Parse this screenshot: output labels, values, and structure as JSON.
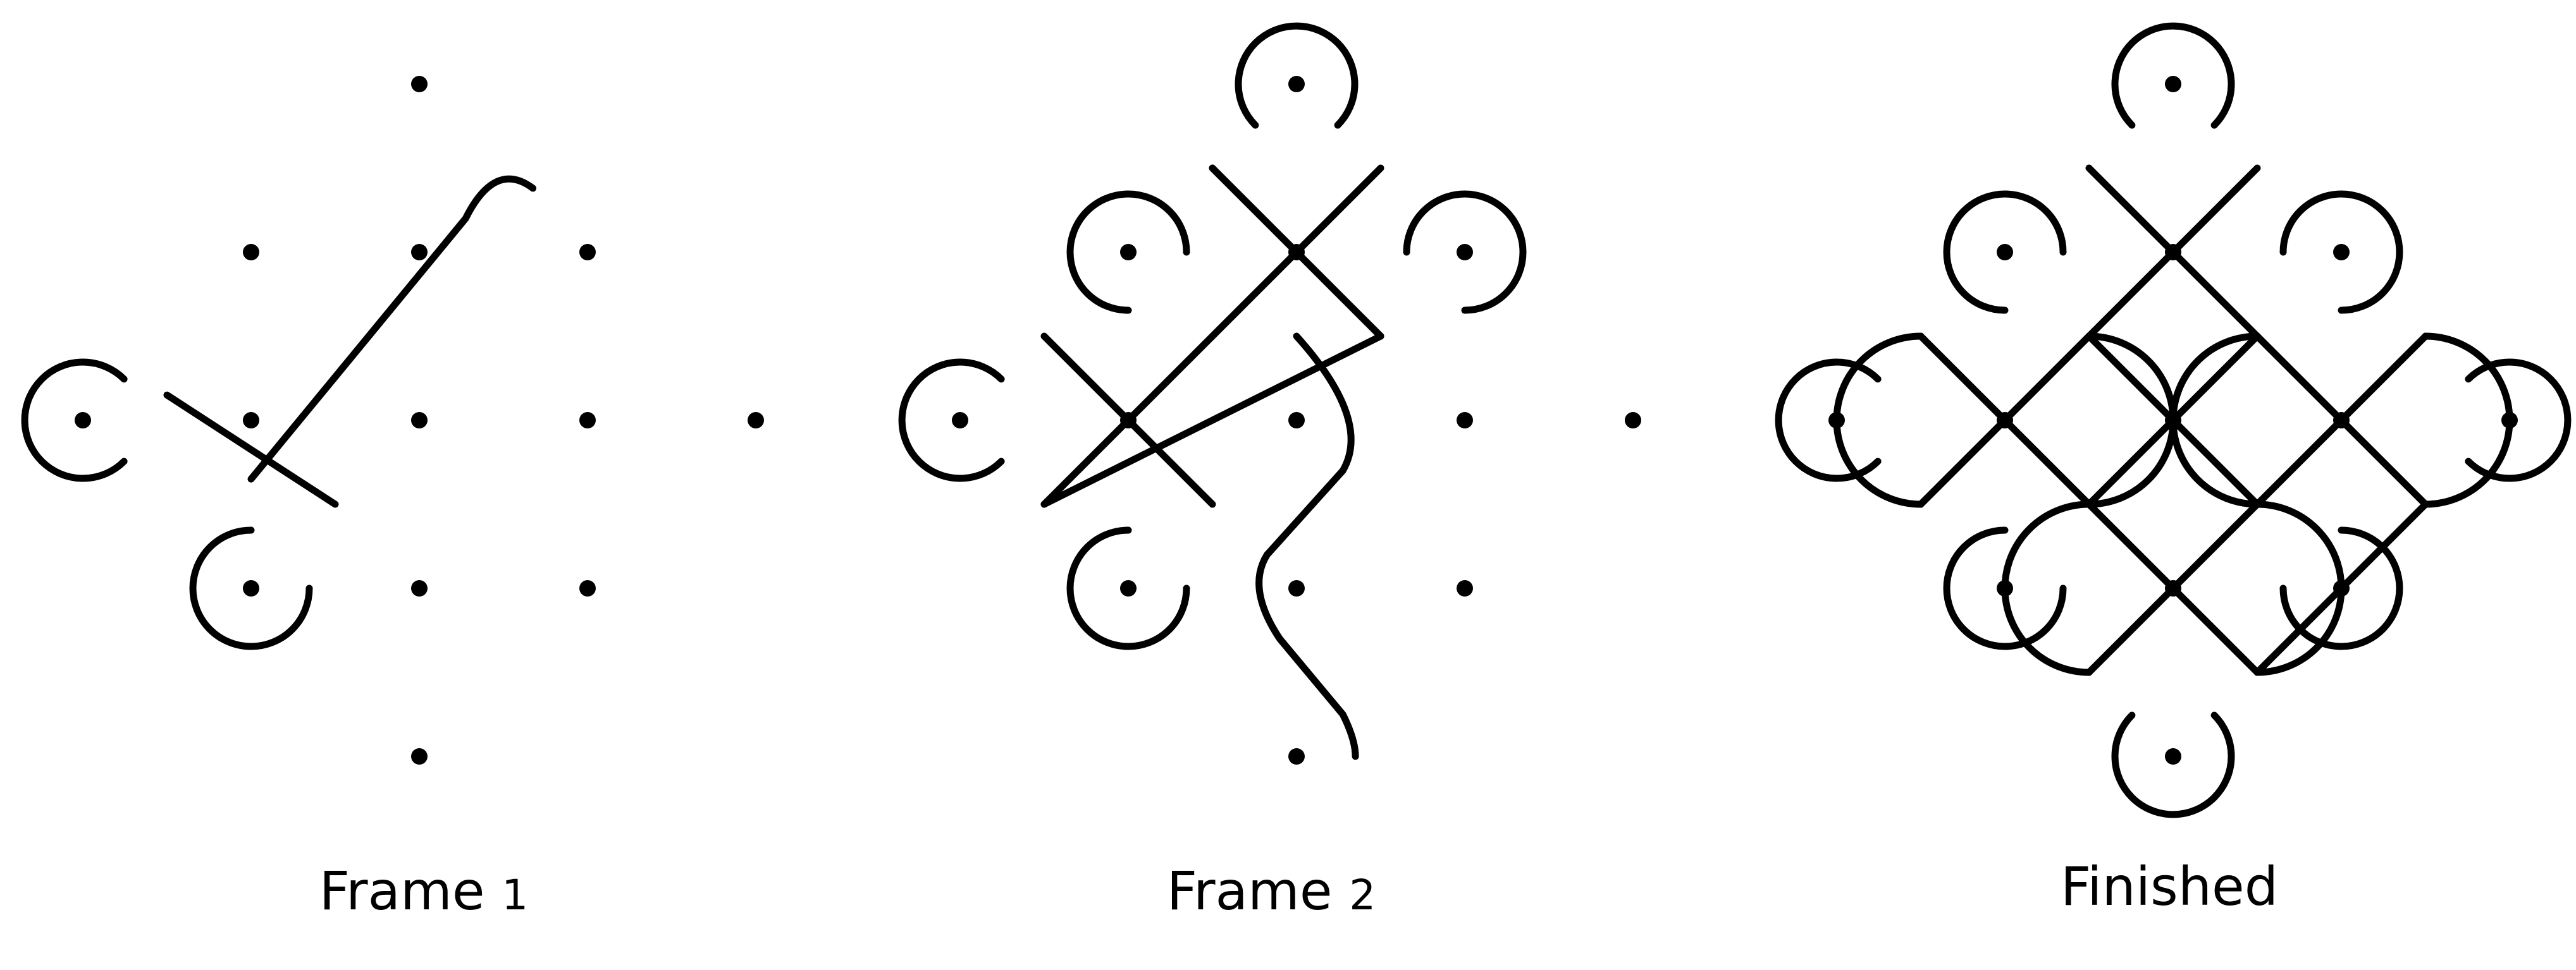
{
  "panels": [
    {
      "id": "frame-1",
      "label_word": "Frame",
      "label_number": "1"
    },
    {
      "id": "frame-2",
      "label_word": "Frame",
      "label_number": "2"
    },
    {
      "id": "finished",
      "label": "Finished"
    }
  ],
  "colors": {
    "background": "#ffffff",
    "ink": "#000000"
  }
}
